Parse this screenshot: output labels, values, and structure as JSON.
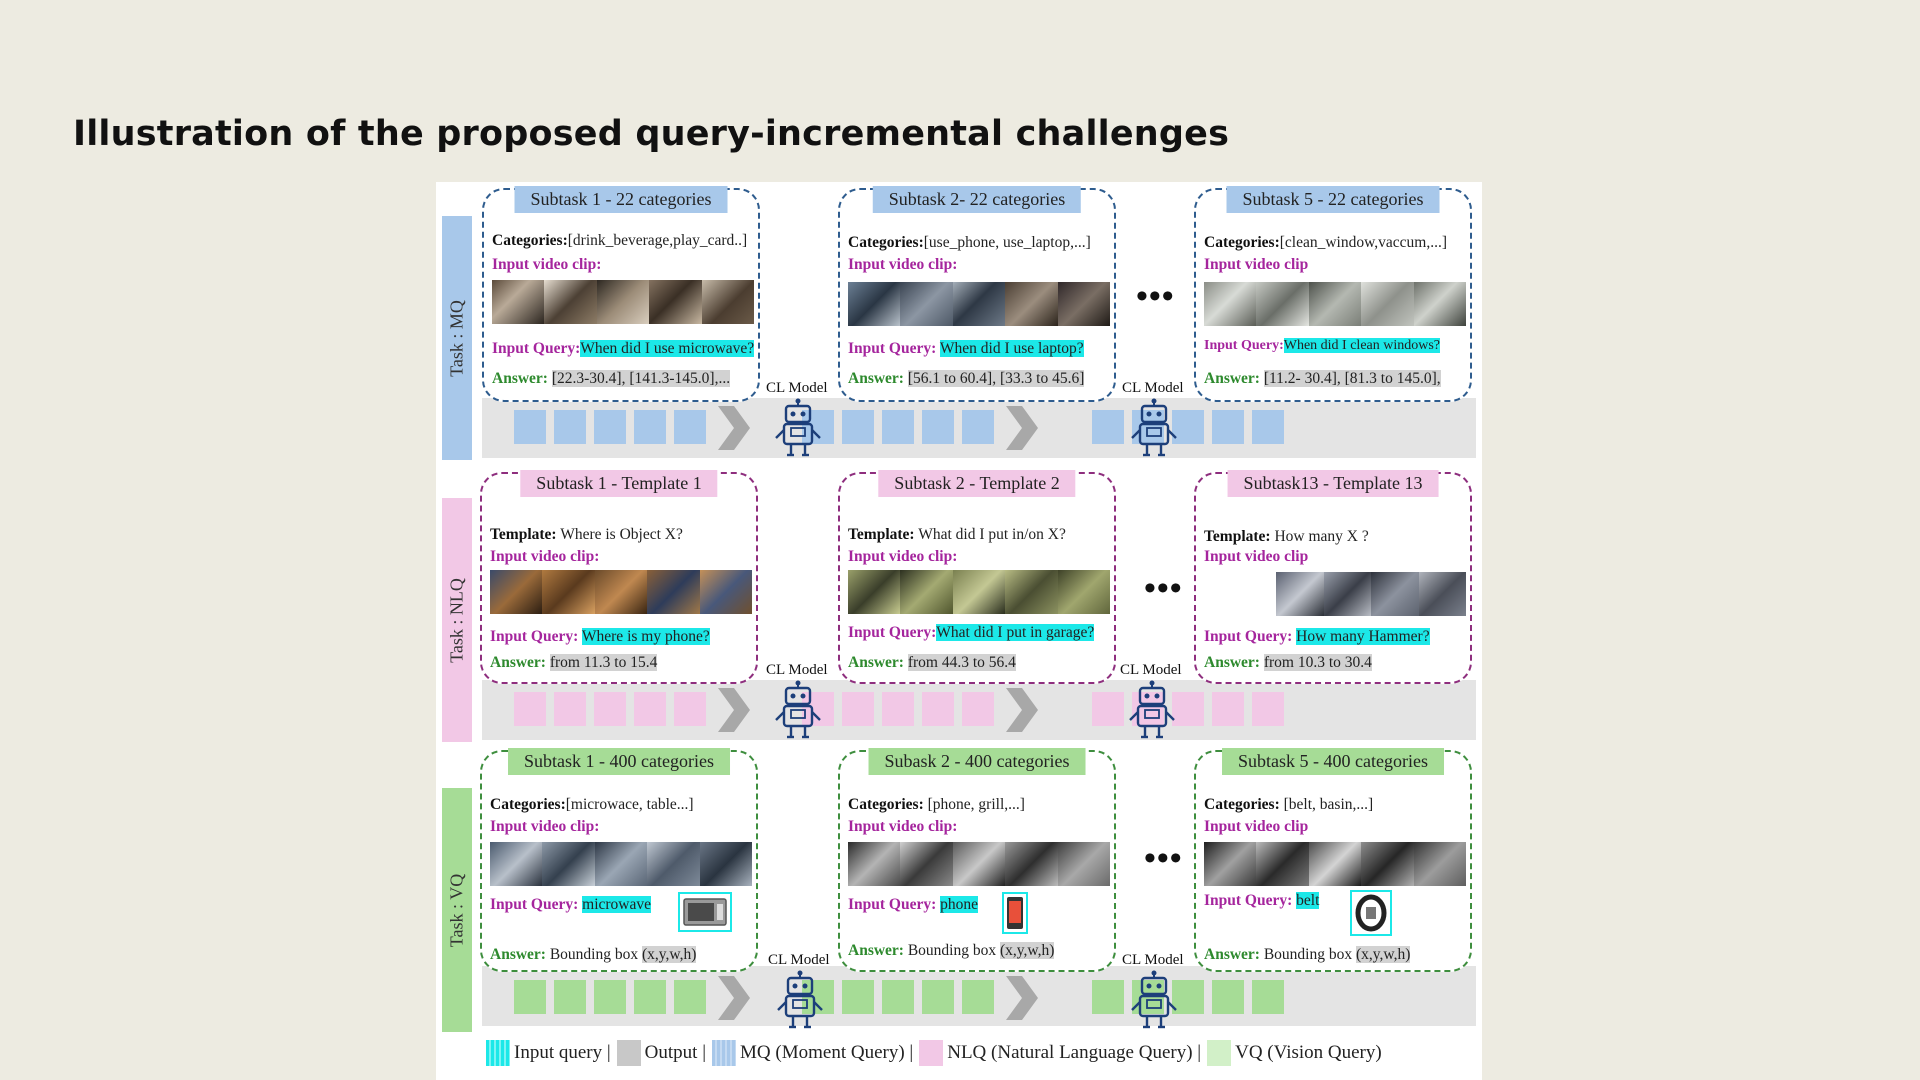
{
  "slide": {
    "title": "Illustration of the proposed query-incremental challenges"
  },
  "colors": {
    "mq": "#a8c8ea",
    "nlq": "#f2c8e6",
    "vq": "#a6dc96",
    "query": "#1ce8e8",
    "output": "#c8c8c8",
    "mq_border": "#2e5c8e",
    "nlq_border": "#8e2e7e",
    "vq_border": "#3e8e3e"
  },
  "cl_model_label": "CL Model",
  "ellipsis": "•••",
  "tasks": [
    {
      "label": "Task : MQ",
      "subtasks": [
        {
          "header": "Subtask  1 - 22 categories",
          "first_label": "Categories:",
          "first_value": "[drink_beverage,play_card..]",
          "clip_label": "Input video clip:",
          "query_label": "Input Query:",
          "query_value": "When did I use microwave?",
          "answer_label": "Answer:",
          "answer_value": "[22.3-30.4], [141.3-145.0],..."
        },
        {
          "header": "Subtask  2- 22 categories",
          "first_label": "Categories:",
          "first_value": "[use_phone, use_laptop,...]",
          "clip_label": "Input video clip:",
          "query_label": "Input Query:",
          "query_value": "When did I use laptop?",
          "answer_label": "Answer:",
          "answer_value": "[56.1 to 60.4], [33.3 to 45.6]"
        },
        {
          "header": "Subtask  5 - 22 categories",
          "first_label": "Categories:",
          "first_value": "[clean_window,vaccum,...]",
          "clip_label": "Input video clip",
          "query_label": "Input Query:",
          "query_value": "When did I clean windows?",
          "answer_label": "Answer:",
          "answer_value": "[11.2- 30.4], [81.3 to 145.0],"
        }
      ]
    },
    {
      "label": "Task : NLQ",
      "subtasks": [
        {
          "header": "Subtask  1 - Template  1",
          "first_label": "Template:",
          "first_value": "Where is Object X?",
          "clip_label": "Input video clip:",
          "query_label": "Input  Query:",
          "query_value": "Where is my phone?",
          "answer_label": "Answer:",
          "answer_value": "from 11.3 to 15.4"
        },
        {
          "header": "Subtask  2 - Template  2",
          "first_label": "Template:",
          "first_value": "What did I put in/on  X?",
          "clip_label": "Input video clip:",
          "query_label": "Input  Query:",
          "query_value": "What  did I put in garage?",
          "answer_label": "Answer:",
          "answer_value": "from 44.3 to 56.4"
        },
        {
          "header": "Subtask13  - Template  13",
          "first_label": "Template:",
          "first_value": "How many X ?",
          "clip_label": "Input  video clip",
          "query_label": "Input  Query:",
          "query_value": "How many  Hammer?",
          "answer_label": "Answer:",
          "answer_value": "from 10.3 to 30.4"
        }
      ]
    },
    {
      "label": "Task : VQ",
      "subtasks": [
        {
          "header": "Subtask  1 - 400 categories",
          "first_label": "Categories:",
          "first_value": "[microwace,  table...]",
          "clip_label": "Input video clip:",
          "query_label": "Input  Query:",
          "query_value": "microwave",
          "answer_label": "Answer:",
          "answer_text": "Bounding  box",
          "answer_value": "(x,y,w,h)",
          "icon": "microwave-icon"
        },
        {
          "header": "Subask  2 - 400 categories",
          "first_label": "Categories:",
          "first_value": "[phone,  grill,...]",
          "clip_label": "Input video clip:",
          "query_label": "Input  Query:",
          "query_value": "phone",
          "answer_label": "Answer:",
          "answer_text": "Bounding  box",
          "answer_value": "(x,y,w,h)",
          "icon": "phone-icon"
        },
        {
          "header": "Subtask  5 - 400 categories",
          "first_label": "Categories:",
          "first_value": "[belt,  basin,...]",
          "clip_label": "Input  video clip",
          "query_label": "Input  Query:",
          "query_value": "belt",
          "answer_label": "Answer:",
          "answer_text": "Bounding  box",
          "answer_value": "(x,y,w,h)",
          "icon": "belt-icon"
        }
      ]
    }
  ],
  "legend": [
    {
      "color": "#1ce8e8",
      "label": "Input query |"
    },
    {
      "color": "#c8c8c8",
      "label": "Output |"
    },
    {
      "color": "#a8c8ea",
      "label": "MQ (Moment Query) |"
    },
    {
      "color": "#f2c8e6",
      "label": "NLQ (Natural Language Query) |"
    },
    {
      "color": "#d2f0c8",
      "label": "VQ (Vision Query)"
    }
  ]
}
